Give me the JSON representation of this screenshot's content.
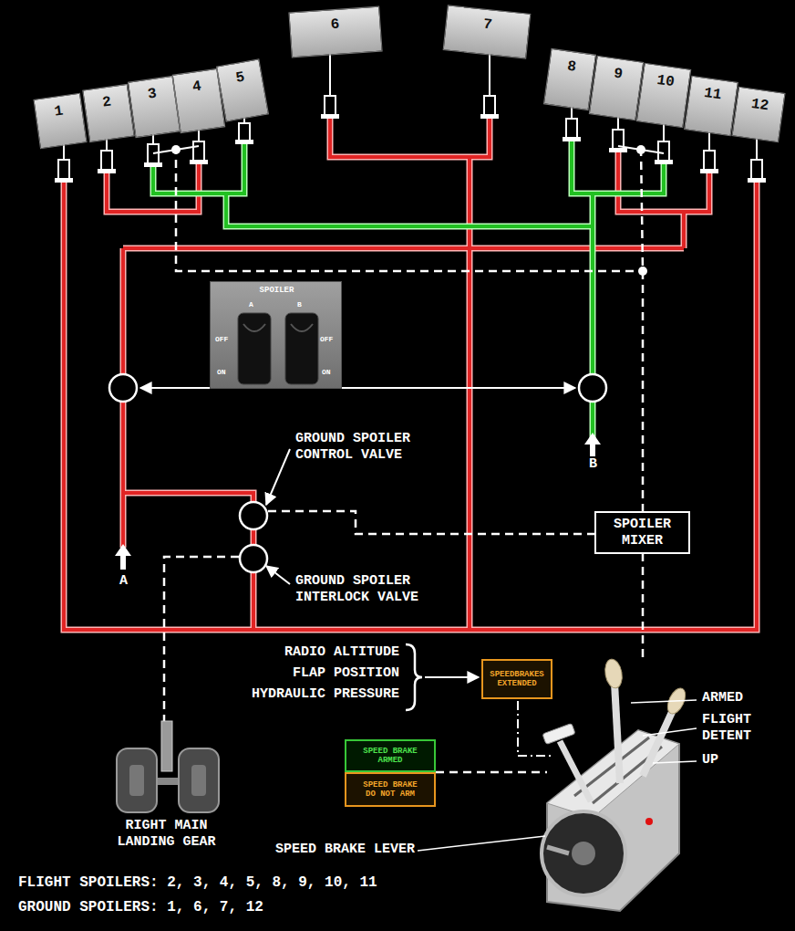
{
  "diagram": {
    "nodes": [
      {
        "text": [
          "1"
        ]
      },
      {
        "text": [
          "2"
        ]
      },
      {
        "text": [
          "3"
        ]
      },
      {
        "text": [
          "4"
        ]
      },
      {
        "text": [
          "5"
        ]
      },
      {
        "text": [
          "6"
        ]
      },
      {
        "text": [
          "7"
        ]
      },
      {
        "text": [
          "8"
        ]
      },
      {
        "text": [
          "9"
        ]
      },
      {
        "text": [
          "10"
        ]
      },
      {
        "text": [
          "11"
        ]
      },
      {
        "text": [
          "12"
        ]
      },
      {
        "text": [
          "SPOILER",
          "A",
          "B",
          "OFF",
          "OFF",
          "ON",
          "ON"
        ]
      },
      {
        "text": [
          "SPOILER MIXER"
        ]
      },
      {
        "text": [
          "SPEEDBRAKES EXTENDED"
        ]
      },
      {
        "text": [
          "SPEED BRAKE ARMED"
        ]
      },
      {
        "text": [
          "SPEED BRAKE DO NOT ARM"
        ]
      }
    ],
    "labels": [
      "GROUND SPOILER CONTROL VALVE",
      "A",
      "B",
      "GROUND SPOILER INTERLOCK VALVE",
      "RADIO ALTITUDE",
      "FLAP POSITION",
      "HYDRAULIC PRESSURE",
      "ARMED",
      "FLIGHT DETENT",
      "UP",
      "RIGHT MAIN LANDING GEAR",
      "SPEED BRAKE LEVER",
      "FLIGHT SPOILERS: 2, 3, 4, 5, 8, 9, 10, 11",
      "GROUND SPOILERS: 1, 6, 7, 12"
    ]
  }
}
